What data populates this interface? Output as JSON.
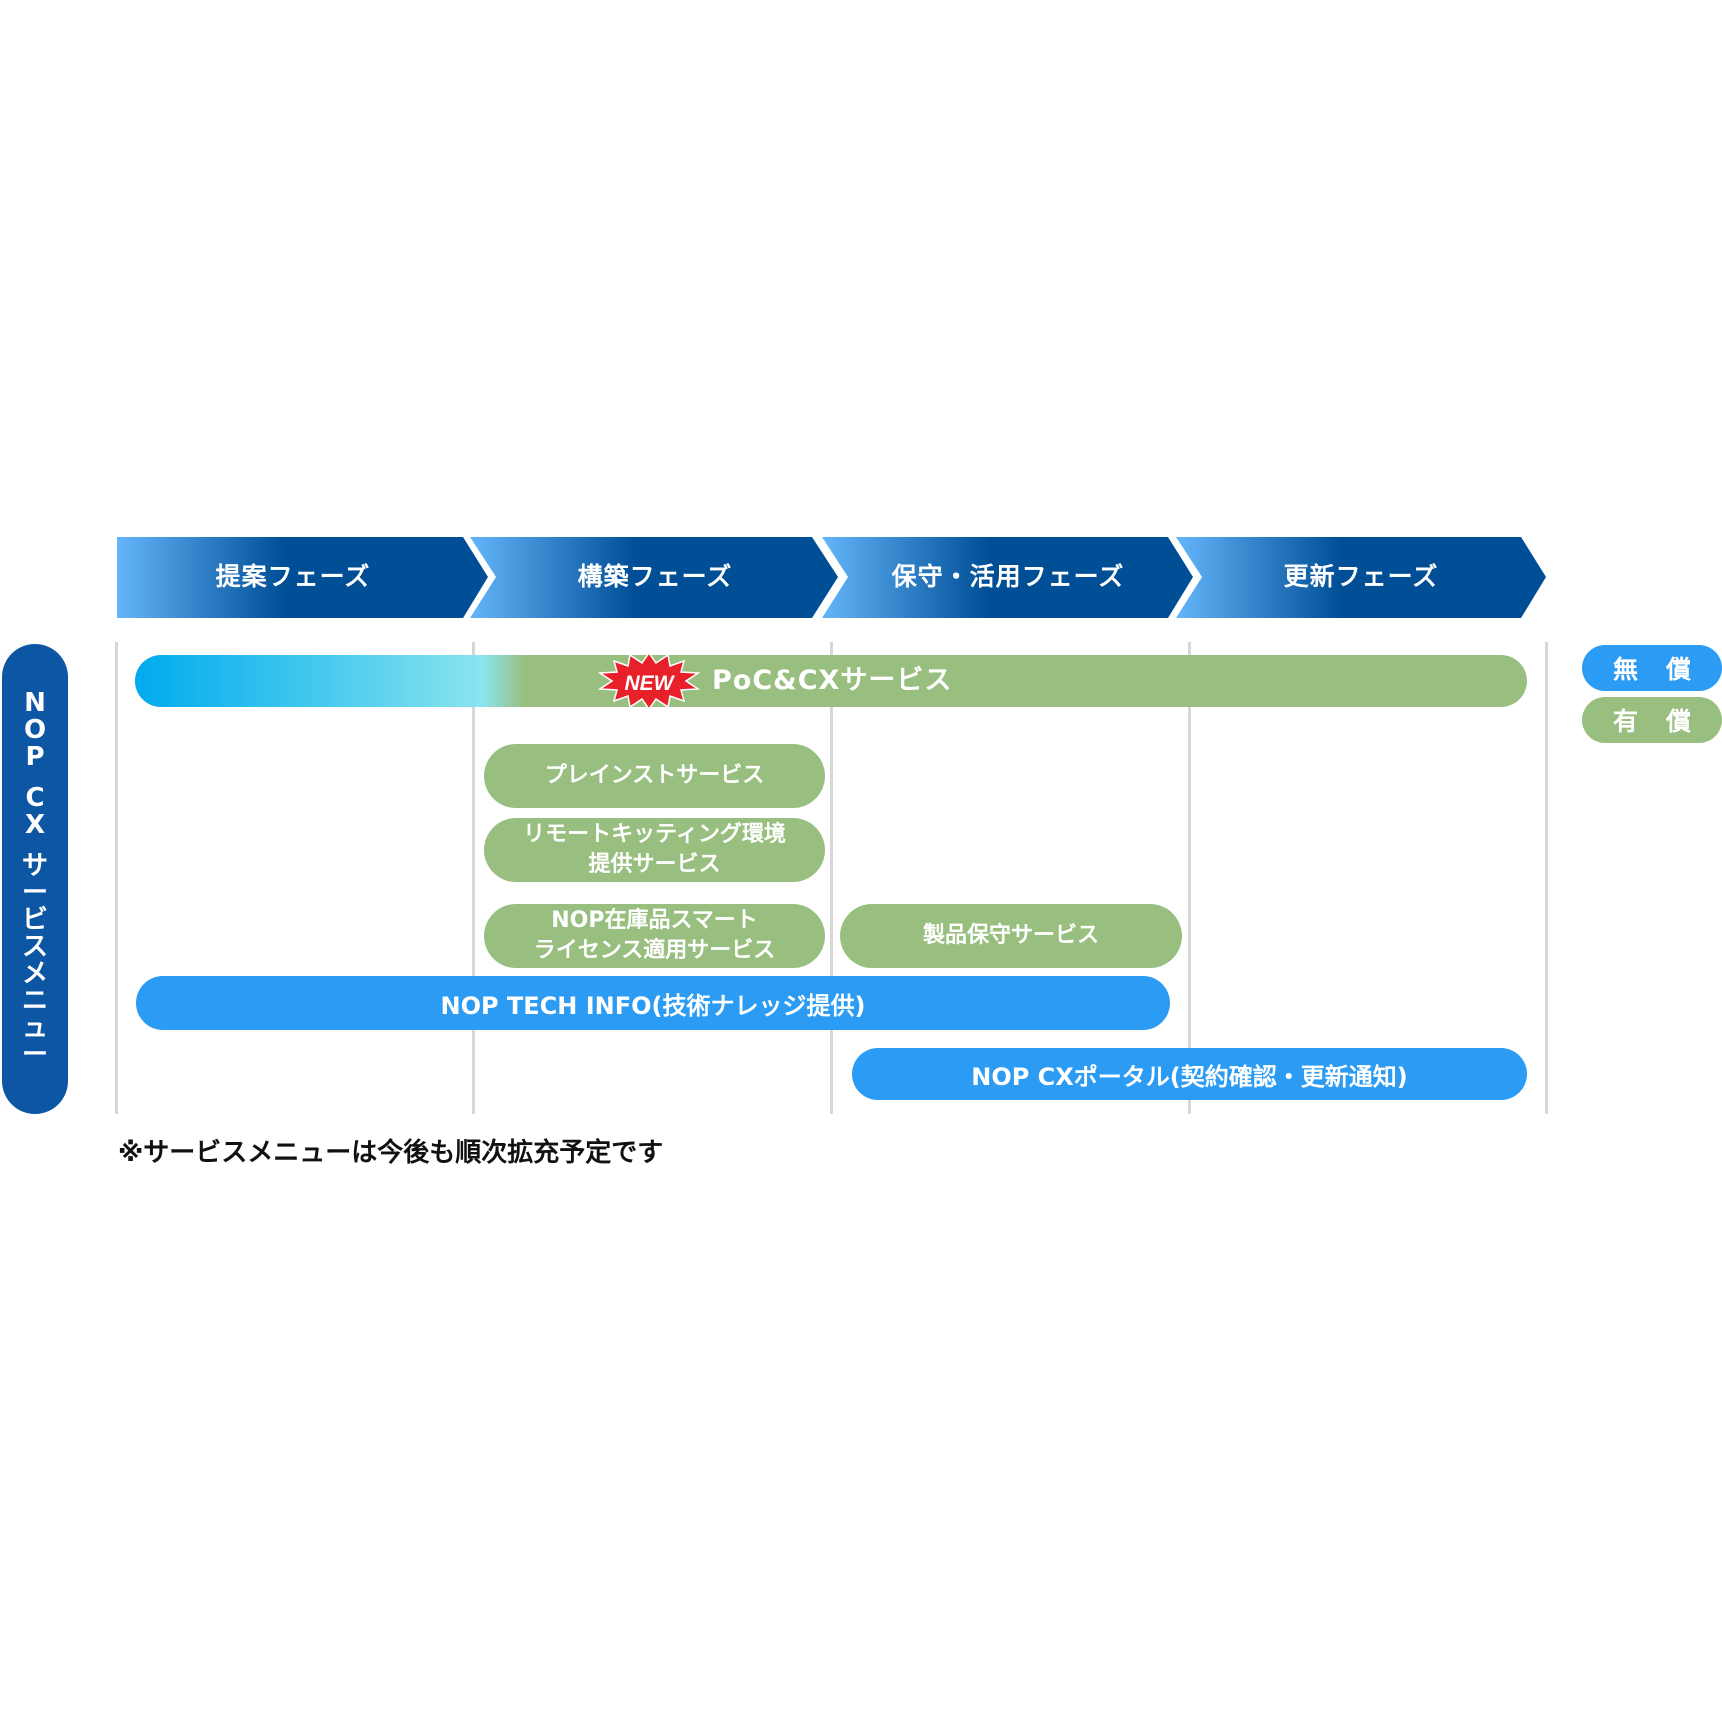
{
  "phases": [
    "提案フェーズ",
    "構築フェーズ",
    "保守・活用フェーズ",
    "更新フェーズ"
  ],
  "side_label": "NOP CX サービスメニュー",
  "new_badge": "NEW",
  "services": {
    "poc": "PoC&CXサービス",
    "preinstall": "プレインストサービス",
    "remote_kitting": "リモートキッティング環境\n提供サービス",
    "smart_license": "NOP在庫品スマート\nライセンス適用サービス",
    "product_maintenance": "製品保守サービス",
    "tech_info": "NOP TECH INFO(技術ナレッジ提供)",
    "cx_portal": "NOP CXポータル(契約確認・更新通知)"
  },
  "legend": {
    "free": "無償",
    "paid": "有償"
  },
  "footnote": "※サービスメニューは今後も順次拡充予定です",
  "colors": {
    "phase_dark": "#004e96",
    "phase_light": "#64b5fa",
    "paid_green": "#99bf80",
    "free_blue": "#2b9bf4",
    "side_navy": "#0d56a4",
    "new_red": "#e8202a"
  }
}
